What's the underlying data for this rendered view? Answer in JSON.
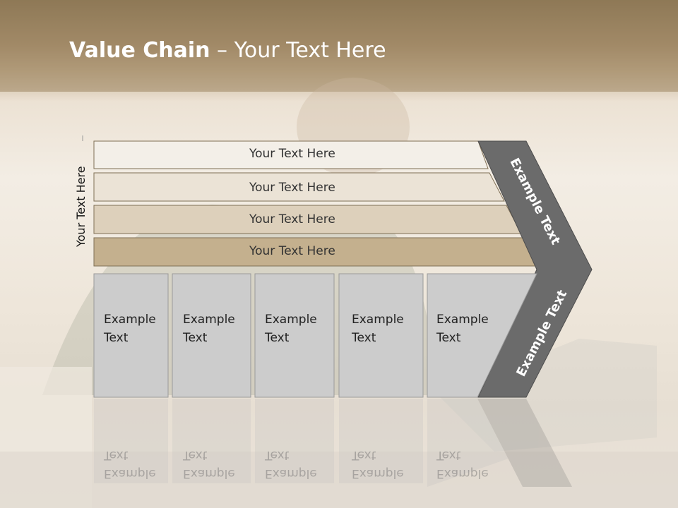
{
  "slide": {
    "title_bold": "Value Chain",
    "title_rest": " – Your Text Here",
    "side_label": "Your Text Here"
  },
  "bars": [
    {
      "label": "Your Text Here",
      "fill": "#f3efe8"
    },
    {
      "label": "Your Text Here",
      "fill": "#ebe3d6"
    },
    {
      "label": "Your Text Here",
      "fill": "#ddd0bb"
    },
    {
      "label": "Your Text Here",
      "fill": "#c4b08e"
    }
  ],
  "cells": [
    {
      "line1": "Example",
      "line2": "Text"
    },
    {
      "line1": "Example",
      "line2": "Text"
    },
    {
      "line1": "Example",
      "line2": "Text"
    },
    {
      "line1": "Example",
      "line2": "Text"
    },
    {
      "line1": "Example",
      "line2": "Text"
    }
  ],
  "chevron": {
    "upper_label": "Example Text",
    "lower_label": "Example Text",
    "color": "#6b6b6b"
  },
  "colors": {
    "cell_fill": "#cccccc",
    "cell_border": "#9a9a9a",
    "bar_border": "#7f6f55"
  }
}
